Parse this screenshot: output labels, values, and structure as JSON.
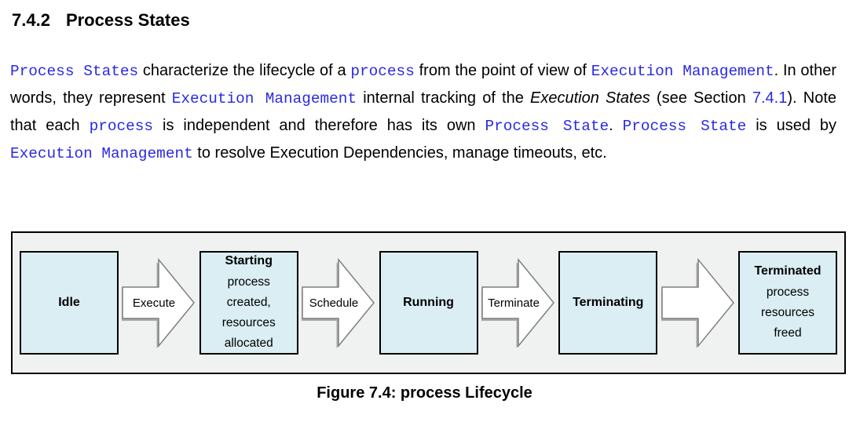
{
  "heading": {
    "number": "7.4.2",
    "title": "Process States"
  },
  "paragraph": {
    "segments": [
      {
        "text": "Process States",
        "style": "term"
      },
      {
        "text": " characterize the lifecycle of a ",
        "style": "plain"
      },
      {
        "text": "process",
        "style": "term"
      },
      {
        "text": " from the point of view of ",
        "style": "plain"
      },
      {
        "text": "Execution Management",
        "style": "term"
      },
      {
        "text": ". In other words, they represent ",
        "style": "plain"
      },
      {
        "text": "Execution Management",
        "style": "term"
      },
      {
        "text": " internal tracking of the ",
        "style": "plain"
      },
      {
        "text": "Execution States",
        "style": "italic"
      },
      {
        "text": " (see Section ",
        "style": "plain"
      },
      {
        "text": "7.4.1",
        "style": "link"
      },
      {
        "text": "). Note that each ",
        "style": "plain"
      },
      {
        "text": "process",
        "style": "term"
      },
      {
        "text": " is independent and therefore has its own ",
        "style": "plain"
      },
      {
        "text": "Process State",
        "style": "term"
      },
      {
        "text": ". ",
        "style": "plain"
      },
      {
        "text": "Process State",
        "style": "term"
      },
      {
        "text": " is used by ",
        "style": "plain"
      },
      {
        "text": "Execution Management",
        "style": "term"
      },
      {
        "text": " to resolve Execution Dependencies, manage timeouts, etc.",
        "style": "plain"
      }
    ]
  },
  "figure": {
    "caption": "Figure 7.4: process Lifecycle",
    "flow": [
      {
        "kind": "state",
        "title": "Idle",
        "detail": ""
      },
      {
        "kind": "arrow",
        "label": "Execute"
      },
      {
        "kind": "state",
        "title": "Starting",
        "detail": "process created, resources allocated"
      },
      {
        "kind": "arrow",
        "label": "Schedule"
      },
      {
        "kind": "state",
        "title": "Running",
        "detail": ""
      },
      {
        "kind": "arrow",
        "label": "Terminate"
      },
      {
        "kind": "state",
        "title": "Terminating",
        "detail": ""
      },
      {
        "kind": "arrow",
        "label": ""
      },
      {
        "kind": "state",
        "title": "Terminated",
        "detail": "process resources freed"
      }
    ]
  },
  "colors": {
    "term_blue": "#2a2ae0",
    "link_blue": "#2a2ae0",
    "state_fill": "#daeef3",
    "state_border": "#000000",
    "arrow_fill": "#ffffff",
    "arrow_outline": "#7f7f7f",
    "arrow_shadow": "#a9a9a9",
    "frame_bg": "#f0f1f1",
    "frame_border": "#000000",
    "page_bg": "#ffffff"
  }
}
